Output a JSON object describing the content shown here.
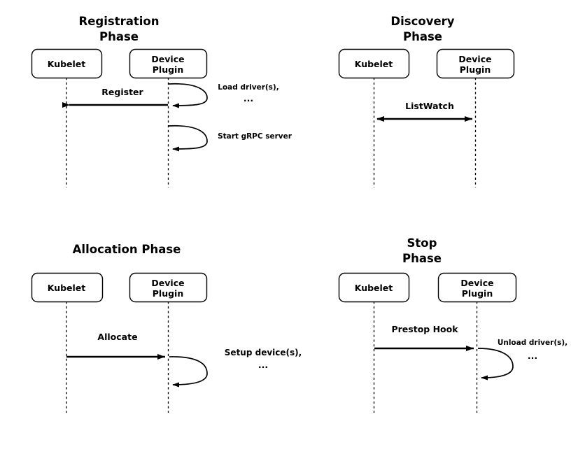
{
  "figure": {
    "title_a": "Registration Phase",
    "title_b": "Discovery Phase",
    "title_c": "Allocation Phase",
    "title_d": "Stop Phase"
  },
  "actors": {
    "kubelet": "Kubelet",
    "device_plugin_line1": "Device",
    "device_plugin_line2": "Plugin"
  },
  "panels": {
    "registration": {
      "title_line1": "Registration",
      "title_line2": "Phase",
      "messages": [
        {
          "label": "Register",
          "direction": "right-to-left"
        }
      ],
      "self_messages": [
        {
          "label_line1": "Load driver(s),",
          "label_line2": "..."
        },
        {
          "label_line1": "Start gRPC server",
          "label_line2": ""
        }
      ]
    },
    "discovery": {
      "title_line1": "Discovery",
      "title_line2": "Phase",
      "messages": [
        {
          "label": "ListWatch",
          "direction": "bidirectional"
        }
      ],
      "self_messages": []
    },
    "allocation": {
      "title_line1": "Allocation Phase",
      "title_line2": "",
      "messages": [
        {
          "label": "Allocate",
          "direction": "left-to-right"
        }
      ],
      "self_messages": [
        {
          "label_line1": "Setup device(s),",
          "label_line2": "..."
        }
      ]
    },
    "stop": {
      "title_line1": "Stop",
      "title_line2": "Phase",
      "messages": [
        {
          "label": "Prestop Hook",
          "direction": "left-to-right"
        }
      ],
      "self_messages": [
        {
          "label_line1": "Unload driver(s),",
          "label_line2": "..."
        }
      ]
    }
  },
  "colors": {
    "background": "#ffffff",
    "stroke": "#000000",
    "text": "#000000"
  }
}
